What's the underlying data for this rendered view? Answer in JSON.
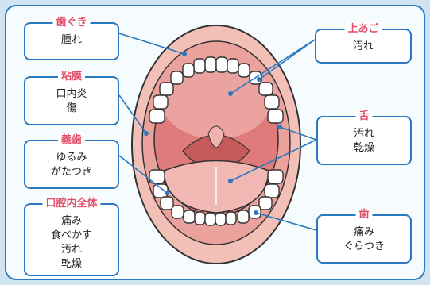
{
  "colors": {
    "accent_blue": "#2a78bf",
    "title_pink": "#e0506a",
    "background": "#cfe3f1"
  },
  "labels": {
    "gums": {
      "title": "歯ぐき",
      "lines": [
        "腫れ"
      ]
    },
    "mucosa": {
      "title": "粘膜",
      "lines": [
        "口内炎",
        "傷"
      ]
    },
    "dentures": {
      "title": "義歯",
      "lines": [
        "ゆるみ",
        "がたつき"
      ]
    },
    "whole_mouth": {
      "title": "口腔内全体",
      "lines": [
        "痛み",
        "食べかす",
        "汚れ",
        "乾燥"
      ]
    },
    "palate": {
      "title": "上あご",
      "lines": [
        "汚れ"
      ]
    },
    "tongue": {
      "title": "舌",
      "lines": [
        "汚れ",
        "乾燥"
      ]
    },
    "teeth": {
      "title": "歯",
      "lines": [
        "痛み",
        "ぐらつき"
      ]
    }
  }
}
